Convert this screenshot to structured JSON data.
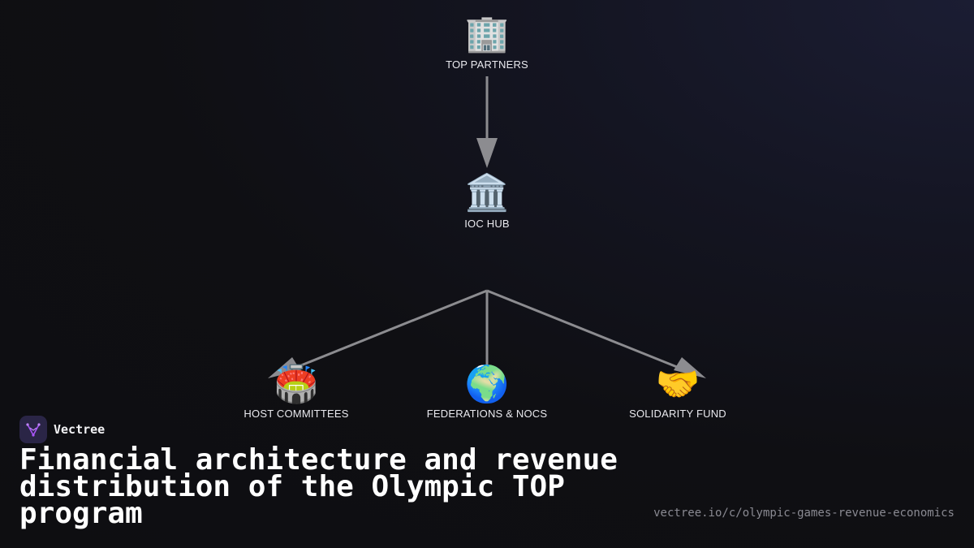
{
  "diagram": {
    "nodes": [
      {
        "id": "top",
        "icon": "office-building-icon",
        "glyph": "🏢",
        "label": "TOP PARTNERS"
      },
      {
        "id": "hub",
        "icon": "classical-building-icon",
        "glyph": "🏛️",
        "label": "IOC HUB"
      },
      {
        "id": "host",
        "icon": "stadium-icon",
        "glyph": "🏟️",
        "label": "HOST COMMITTEES"
      },
      {
        "id": "fed",
        "icon": "globe-icon",
        "glyph": "🌍",
        "label": "FEDERATIONS & NOCS"
      },
      {
        "id": "sol",
        "icon": "handshake-icon",
        "glyph": "🤝",
        "label": "SOLIDARITY FUND"
      }
    ],
    "edges": [
      {
        "from": "top",
        "to": "hub"
      },
      {
        "from": "hub",
        "to": "host"
      },
      {
        "from": "hub",
        "to": "fed"
      },
      {
        "from": "hub",
        "to": "sol"
      }
    ],
    "edge_color": "#8c8c90"
  },
  "brand": {
    "name": "Vectree",
    "logo_icon": "vectree-logo-icon",
    "accent": "#a855f7"
  },
  "title": "Financial architecture and revenue distribution of the Olympic TOP program",
  "url": "vectree.io/c/olympic-games-revenue-economics"
}
